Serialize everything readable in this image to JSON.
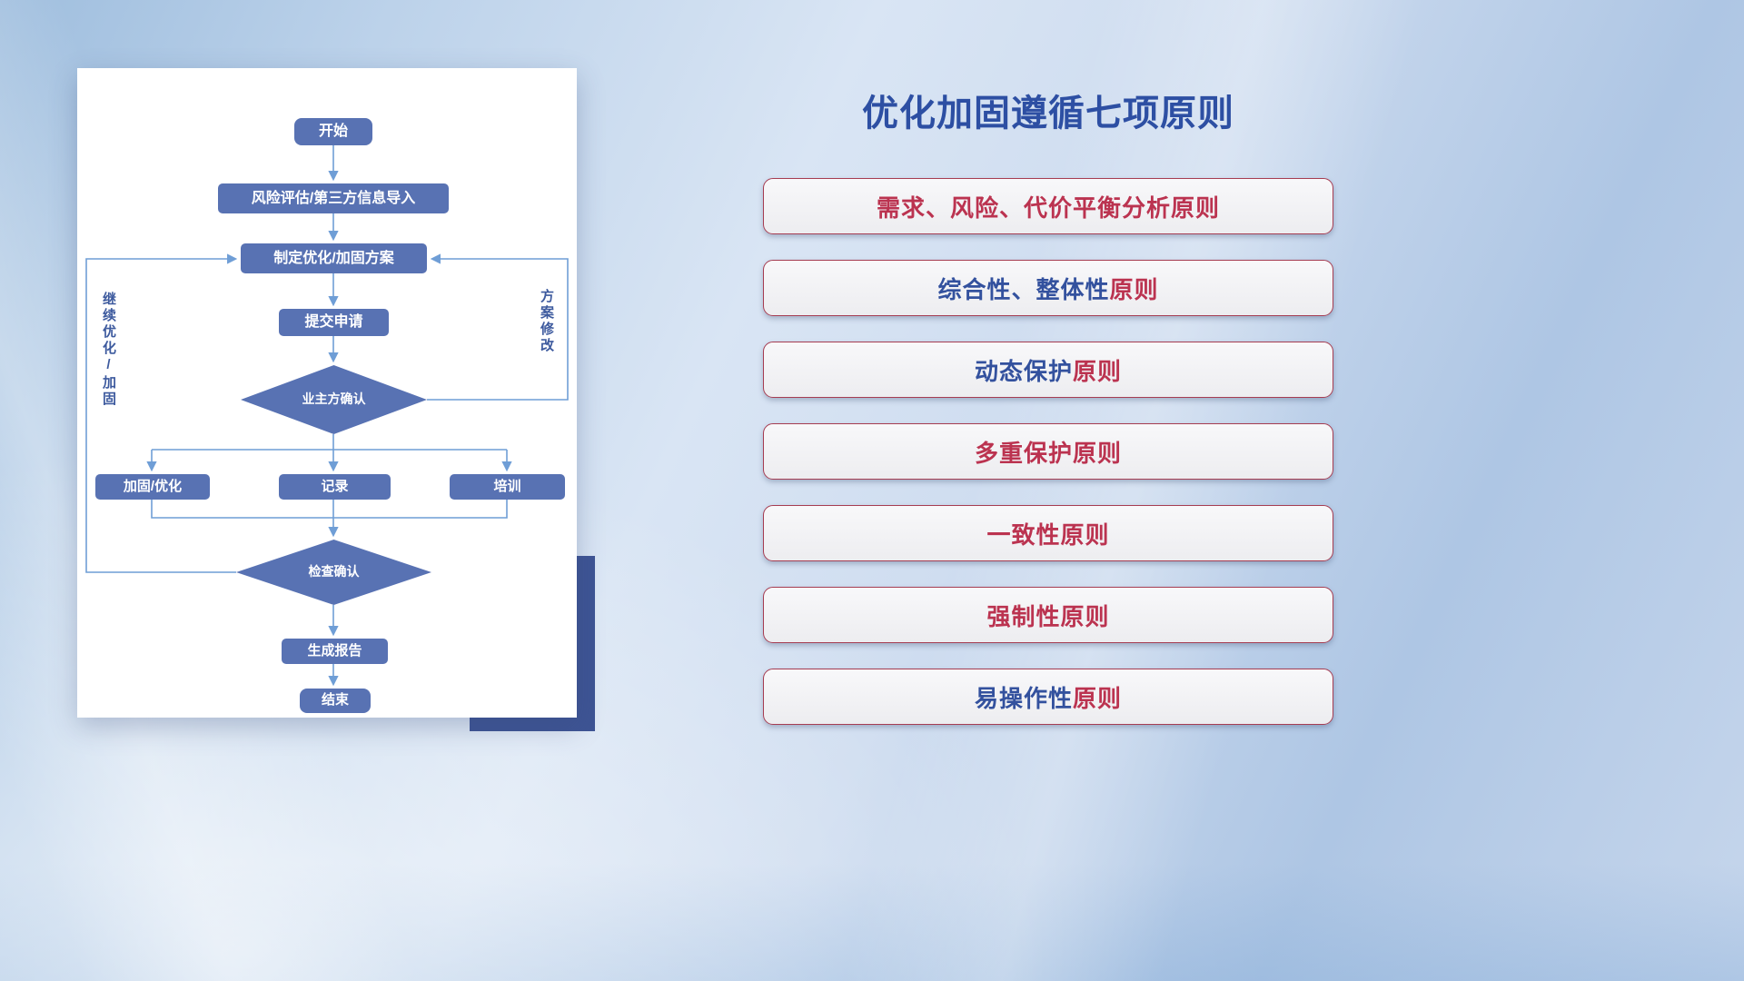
{
  "title": "优化加固遵循七项原则",
  "flowchart": {
    "nodes": {
      "start": "开始",
      "risk_import": "风险评估/第三方信息导入",
      "make_plan": "制定优化/加固方案",
      "submit": "提交申请",
      "owner_confirm": "业主方确认",
      "reinforce": "加固/优化",
      "record": "记录",
      "training": "培训",
      "check_confirm": "检查确认",
      "report": "生成报告",
      "end": "结束"
    },
    "labels": {
      "continue_loop": "继续优化/加固",
      "plan_revision": "方案修改"
    }
  },
  "principles": [
    {
      "blue": "",
      "red": "需求、风险、代价平衡分析原则"
    },
    {
      "blue": "综合性、整体性",
      "red": "原则"
    },
    {
      "blue": "动态保护",
      "red": "原则"
    },
    {
      "blue": "",
      "red": "多重保护原则"
    },
    {
      "blue": "",
      "red": "一致性原则"
    },
    {
      "blue": "",
      "red": "强制性原则"
    },
    {
      "blue": "易操作性",
      "red": "原则"
    }
  ],
  "colors": {
    "title_blue": "#2d4fa3",
    "principle_red": "#bb3350",
    "principle_blue": "#33519e",
    "node_fill": "#5872b3",
    "connector_blue": "#6f9ed6",
    "accent_block_navy": "#3e5494",
    "box_border": "#a63d52"
  }
}
